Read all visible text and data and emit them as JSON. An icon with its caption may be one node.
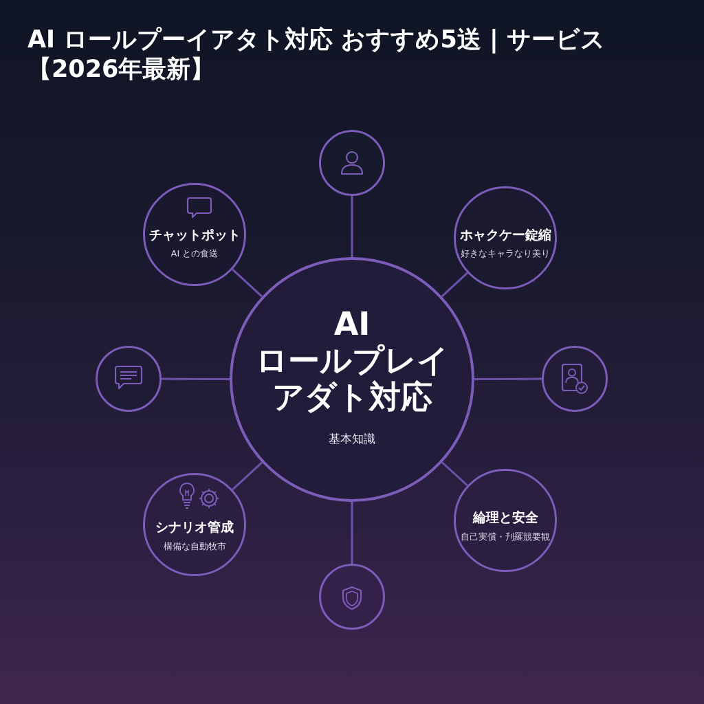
{
  "diagram": {
    "title": "AI ロールプーイアタト対応 おすすめ5送 | サービス【2026年最新】",
    "nodes": [
      {
        "text": [],
        "shape": "circle"
      },
      {
        "text": [
          "チャットポット",
          "AI との食送"
        ]
      },
      {
        "text": [
          "ホャクケー錠縮",
          "好きなキャラなり美り"
        ]
      },
      {
        "text": [],
        "shape": "circle"
      },
      {
        "text": [
          "AI ロールプレイアダト対応",
          "基本知識"
        ]
      },
      {
        "text": [],
        "shape": "circle"
      },
      {
        "text": [
          "シナリオ管成",
          "構備な自動牧市"
        ]
      },
      {
        "text": [
          "綸理と安全",
          "自己実償・刋羅競要観"
        ]
      },
      {
        "text": [],
        "shape": "circle"
      }
    ],
    "edges": [
      {
        "from": 4,
        "to": 0,
        "arrow": "none"
      },
      {
        "from": 4,
        "to": 1,
        "arrow": "none"
      },
      {
        "from": 4,
        "to": 2,
        "arrow": "none"
      },
      {
        "from": 4,
        "to": 3,
        "arrow": "none"
      },
      {
        "from": 4,
        "to": 5,
        "arrow": "none"
      },
      {
        "from": 4,
        "to": 6,
        "arrow": "none"
      },
      {
        "from": 4,
        "to": 7,
        "arrow": "none"
      },
      {
        "from": 4,
        "to": 8,
        "arrow": "none"
      }
    ]
  }
}
